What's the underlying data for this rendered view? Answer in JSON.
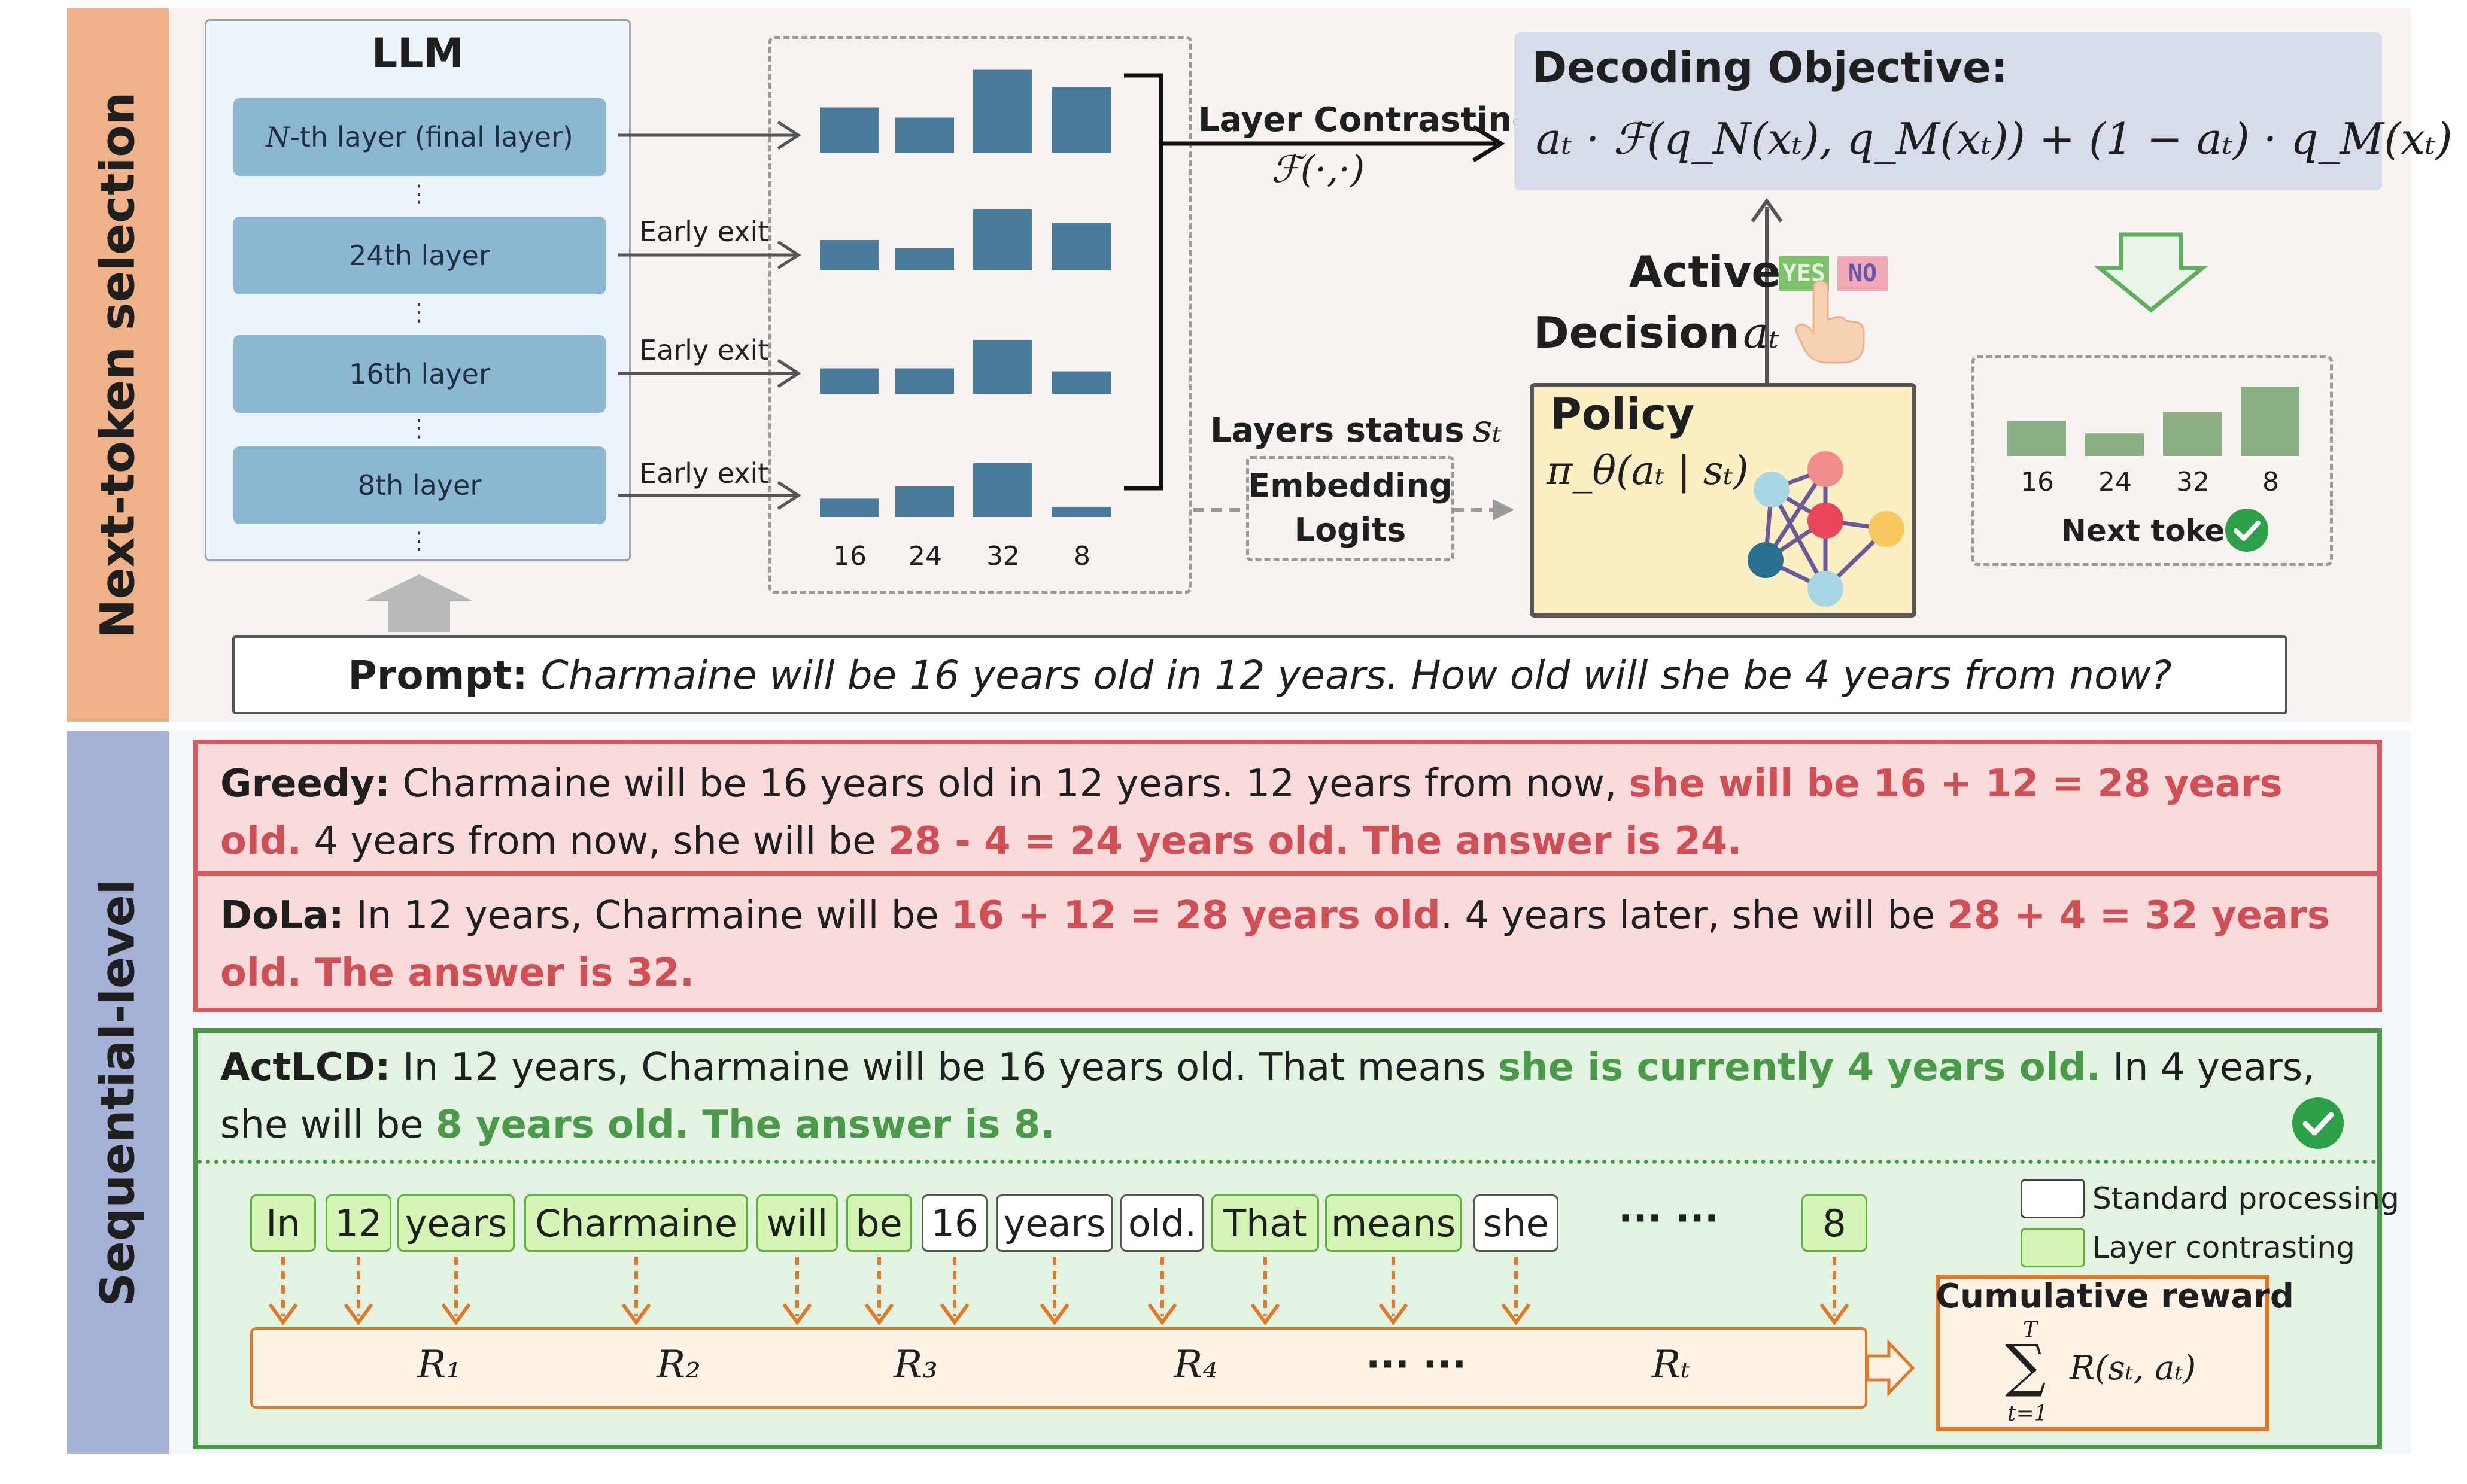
{
  "sections": {
    "top_label": "Next-token selection",
    "bottom_label": "Sequential-level"
  },
  "llm": {
    "title": "LLM",
    "layers": [
      "N-th layer (final layer)",
      "24th layer",
      "16th layer",
      "8th layer"
    ],
    "layer0_prefix": "N",
    "layer0_suffix": "-th layer (final layer)",
    "vdots": "⋮",
    "early_exit": "Early exit"
  },
  "bar_groups": {
    "ticks": [
      "16",
      "24",
      "32",
      "8"
    ],
    "groups": [
      {
        "layer": "N-th layer (final layer)",
        "values": [
          0.45,
          0.35,
          0.82,
          0.65
        ]
      },
      {
        "layer": "24th layer",
        "values": [
          0.3,
          0.22,
          0.6,
          0.47
        ]
      },
      {
        "layer": "16th layer",
        "values": [
          0.25,
          0.25,
          0.53,
          0.22
        ]
      },
      {
        "layer": "8th layer",
        "values": [
          0.18,
          0.3,
          0.53,
          0.1
        ]
      }
    ]
  },
  "layer_contrasting": {
    "label": "Layer Contrasting",
    "formula": "ℱ(·,·)"
  },
  "decoding_objective": {
    "title": "Decoding Objective:",
    "formula": "aₜ · ℱ(q_N(xₜ), q_M(xₜ)) + (1 − aₜ) · q_M(xₜ)"
  },
  "active_decision": {
    "line1": "Active",
    "line2": "Decision",
    "var": "aₜ",
    "yes": "YES",
    "no": "NO"
  },
  "layers_status": {
    "label": "Layers status",
    "var": "sₜ",
    "items": [
      "Embedding",
      "Logits"
    ]
  },
  "policy": {
    "title": "Policy",
    "formula": "π_θ(aₜ | sₜ)"
  },
  "next_token": {
    "ticks": [
      "16",
      "24",
      "32",
      "8"
    ],
    "values": [
      0.28,
      0.18,
      0.35,
      0.55
    ],
    "label": "Next token"
  },
  "prompt": {
    "label": "Prompt:",
    "text": "Charmaine will be 16 years old in 12 years. How old will she be 4 years from now?"
  },
  "greedy": {
    "label": "Greedy:",
    "t1": " Charmaine will be 16 years old in 12 years. 12 years from now, ",
    "h1": "she will be 16 + 12 = 28 years old.",
    "t2": " 4 years from now, she will be ",
    "h2": "28 - 4 = 24 years old. The answer is 24."
  },
  "dola": {
    "label": "DoLa:",
    "t1": "  In 12 years, Charmaine will be ",
    "h1": "16 + 12 = 28 years old",
    "t2": ". 4 years later, she will be ",
    "h2": "28 + 4 = 32 years old. The answer is 32."
  },
  "actlcd": {
    "label": "ActLCD:",
    "t1": " In 12 years, Charmaine will be 16 years old. That means ",
    "h1": "she is currently 4 years old.",
    "t2": " In 4 years, she will be ",
    "h2": "8 years old. The answer is 8."
  },
  "tokens": [
    {
      "text": "In",
      "contrast": true
    },
    {
      "text": "12",
      "contrast": true
    },
    {
      "text": "years",
      "contrast": true
    },
    {
      "text": "Charmaine",
      "contrast": true
    },
    {
      "text": "will",
      "contrast": true
    },
    {
      "text": "be",
      "contrast": true
    },
    {
      "text": "16",
      "contrast": false
    },
    {
      "text": "years",
      "contrast": false
    },
    {
      "text": "old.",
      "contrast": false
    },
    {
      "text": "That",
      "contrast": true
    },
    {
      "text": "means",
      "contrast": true
    },
    {
      "text": "she",
      "contrast": false
    },
    {
      "text": "8",
      "contrast": true
    }
  ],
  "token_ellipsis": "··· ···",
  "legend": {
    "standard": "Standard processing",
    "contrast": "Layer contrasting"
  },
  "rewards": {
    "r1": "R₁",
    "r2": "R₂",
    "r3": "R₃",
    "r4": "R₄",
    "ellipsis": "··· ···",
    "rt": "Rₜ"
  },
  "cumulative": {
    "title": "Cumulative reward",
    "top": "T",
    "sum": "∑",
    "bottom": "t=1",
    "term": "R(sₜ, aₜ)"
  },
  "colors": {
    "bar": "#497a9a",
    "next_bar": "#8cae84",
    "red": "#cf4f55",
    "green": "#4a9a4a",
    "orange": "#e07a2a"
  }
}
